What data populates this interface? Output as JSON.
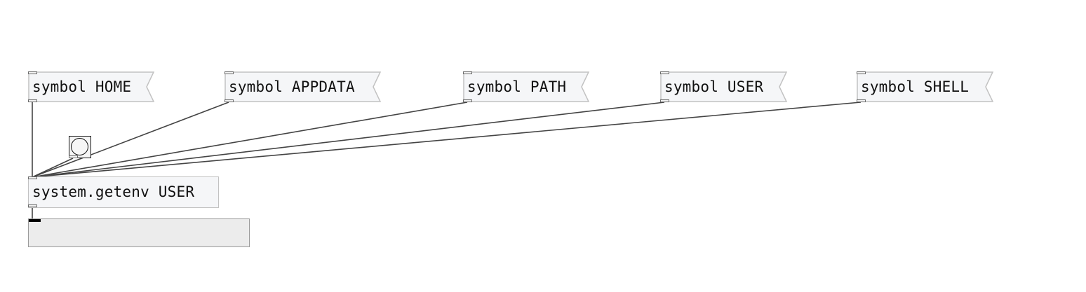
{
  "patch": {
    "messages": [
      {
        "id": "msg-home",
        "text": "symbol HOME"
      },
      {
        "id": "msg-appdata",
        "text": "symbol APPDATA"
      },
      {
        "id": "msg-path",
        "text": "symbol PATH"
      },
      {
        "id": "msg-user",
        "text": "symbol USER"
      },
      {
        "id": "msg-shell",
        "text": "symbol SHELL"
      }
    ],
    "object": {
      "text": "system.getenv USER"
    },
    "output_value": ""
  },
  "colors": {
    "background": "#ffffff",
    "box_fill": "#f5f6f8",
    "box_border": "#c2c2c2",
    "wire": "#444444",
    "output_fill": "#ececec"
  }
}
